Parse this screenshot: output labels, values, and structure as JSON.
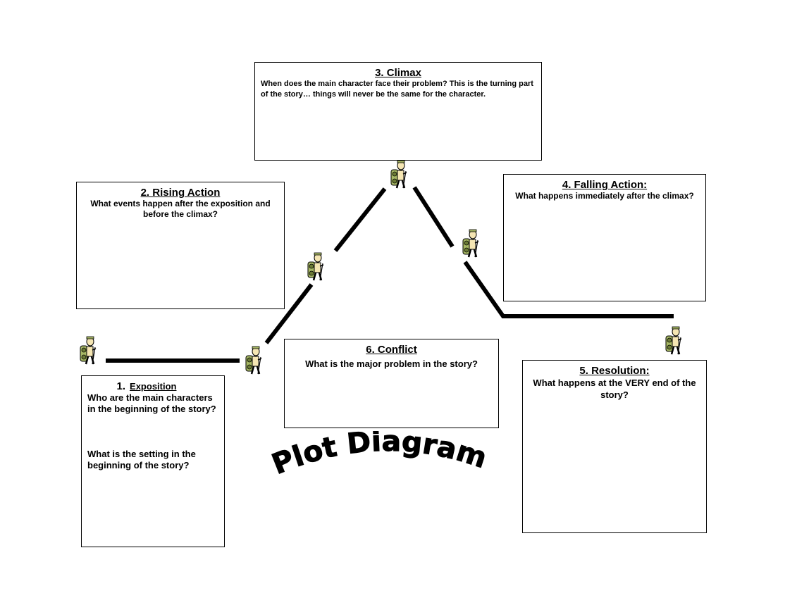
{
  "boxes": {
    "climax": {
      "title": "3. Climax",
      "text": "When does the main character face their problem? This is the turning part of the story… things will never be the same for the character."
    },
    "rising_action": {
      "title": "2. Rising Action",
      "text": "What events happen after the exposition and before the climax?"
    },
    "falling_action": {
      "title": "4. Falling Action:",
      "text": "What happens immediately after the climax?"
    },
    "conflict": {
      "title": "6.  Conflict",
      "text": "What is the major problem in the story?"
    },
    "resolution": {
      "title": "5. Resolution:",
      "text": "What happens at the VERY end of the story?"
    },
    "exposition": {
      "number": "1.",
      "title": "Exposition",
      "question_1": "Who are the main characters in the beginning of the story?",
      "question_2": "What is the setting in the beginning of the story?"
    }
  },
  "diagram_title": "Plot Diagram",
  "colors": {
    "line": "#000000",
    "hiker_skin": "#f5e6b3",
    "hiker_pack": "#a7b865",
    "hiker_pack_dark": "#6b7a35"
  },
  "icons": {
    "hiker": "hiker-icon"
  }
}
